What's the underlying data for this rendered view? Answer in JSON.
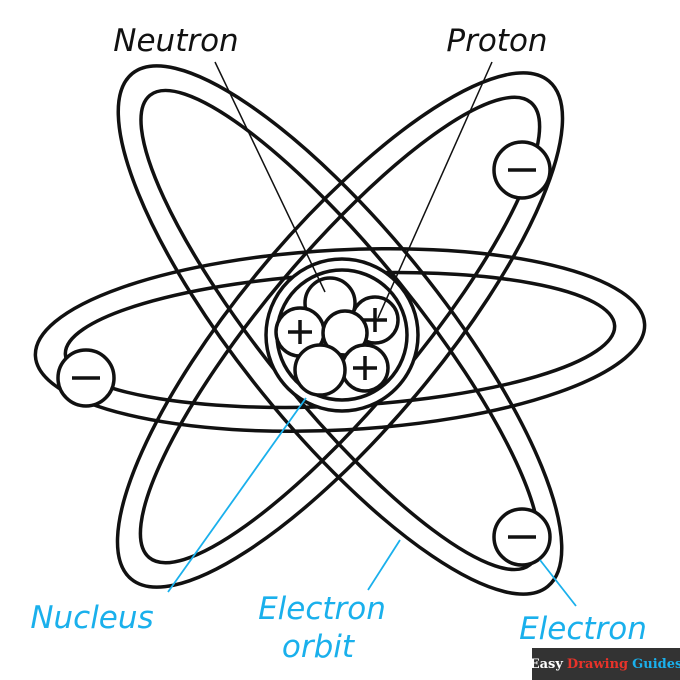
{
  "labels": {
    "neutron": "Neutron",
    "proton": "Proton",
    "nucleus": "Nucleus",
    "orbit_line1": "Electron",
    "orbit_line2": "orbit",
    "electron": "Electron"
  },
  "logo": {
    "word1": "Easy",
    "word2": "Drawing",
    "word3": "Guides"
  },
  "symbols": {
    "electron": "−",
    "proton": "+"
  },
  "colors": {
    "line": "#111111",
    "callout": "#1ab0ec",
    "logo_bg": "#333333",
    "logo_red": "#e8332a",
    "logo_blue": "#1ab0ec"
  }
}
